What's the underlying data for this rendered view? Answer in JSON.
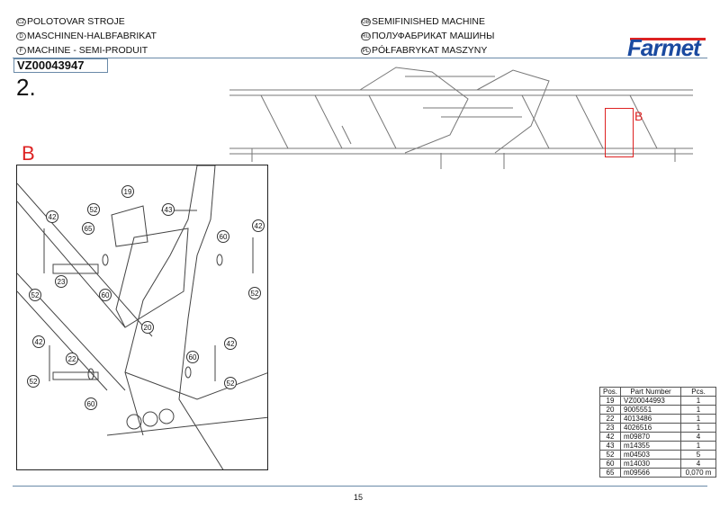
{
  "header": {
    "titles_left": [
      {
        "lang": "CZ",
        "text": "POLOTOVAR STROJE"
      },
      {
        "lang": "D",
        "text": "MASCHINEN-HALBFABRIKAT"
      },
      {
        "lang": "F",
        "text": "MACHINE - SEMI-PRODUIT"
      }
    ],
    "titles_right": [
      {
        "lang": "GB",
        "text": "SEMIFINISHED MACHINE"
      },
      {
        "lang": "RU",
        "text": "ПОЛУФАБРИКАТ МАШИНЫ"
      },
      {
        "lang": "PL",
        "text": "PÓŁFABRYKAT MASZYNY"
      }
    ],
    "logo": "Farmet",
    "code": "VZ00043947",
    "step": "2."
  },
  "detail_label": "B",
  "overview_label": "B",
  "callouts": [
    "19",
    "43",
    "52",
    "42",
    "65",
    "42",
    "60",
    "23",
    "52",
    "60",
    "52",
    "20",
    "42",
    "22",
    "42",
    "60",
    "52",
    "52",
    "60"
  ],
  "parts_table": {
    "headers": [
      "Pos.",
      "Part Number",
      "Pcs."
    ],
    "rows": [
      [
        "19",
        "VZ00044993",
        "1"
      ],
      [
        "20",
        "9005551",
        "1"
      ],
      [
        "22",
        "4013486",
        "1"
      ],
      [
        "23",
        "4026516",
        "1"
      ],
      [
        "42",
        "m09870",
        "4"
      ],
      [
        "43",
        "m14355",
        "1"
      ],
      [
        "52",
        "m04503",
        "5"
      ],
      [
        "60",
        "m14030",
        "4"
      ],
      [
        "65",
        "m09566",
        "0,070 m"
      ]
    ]
  },
  "page_number": "15"
}
